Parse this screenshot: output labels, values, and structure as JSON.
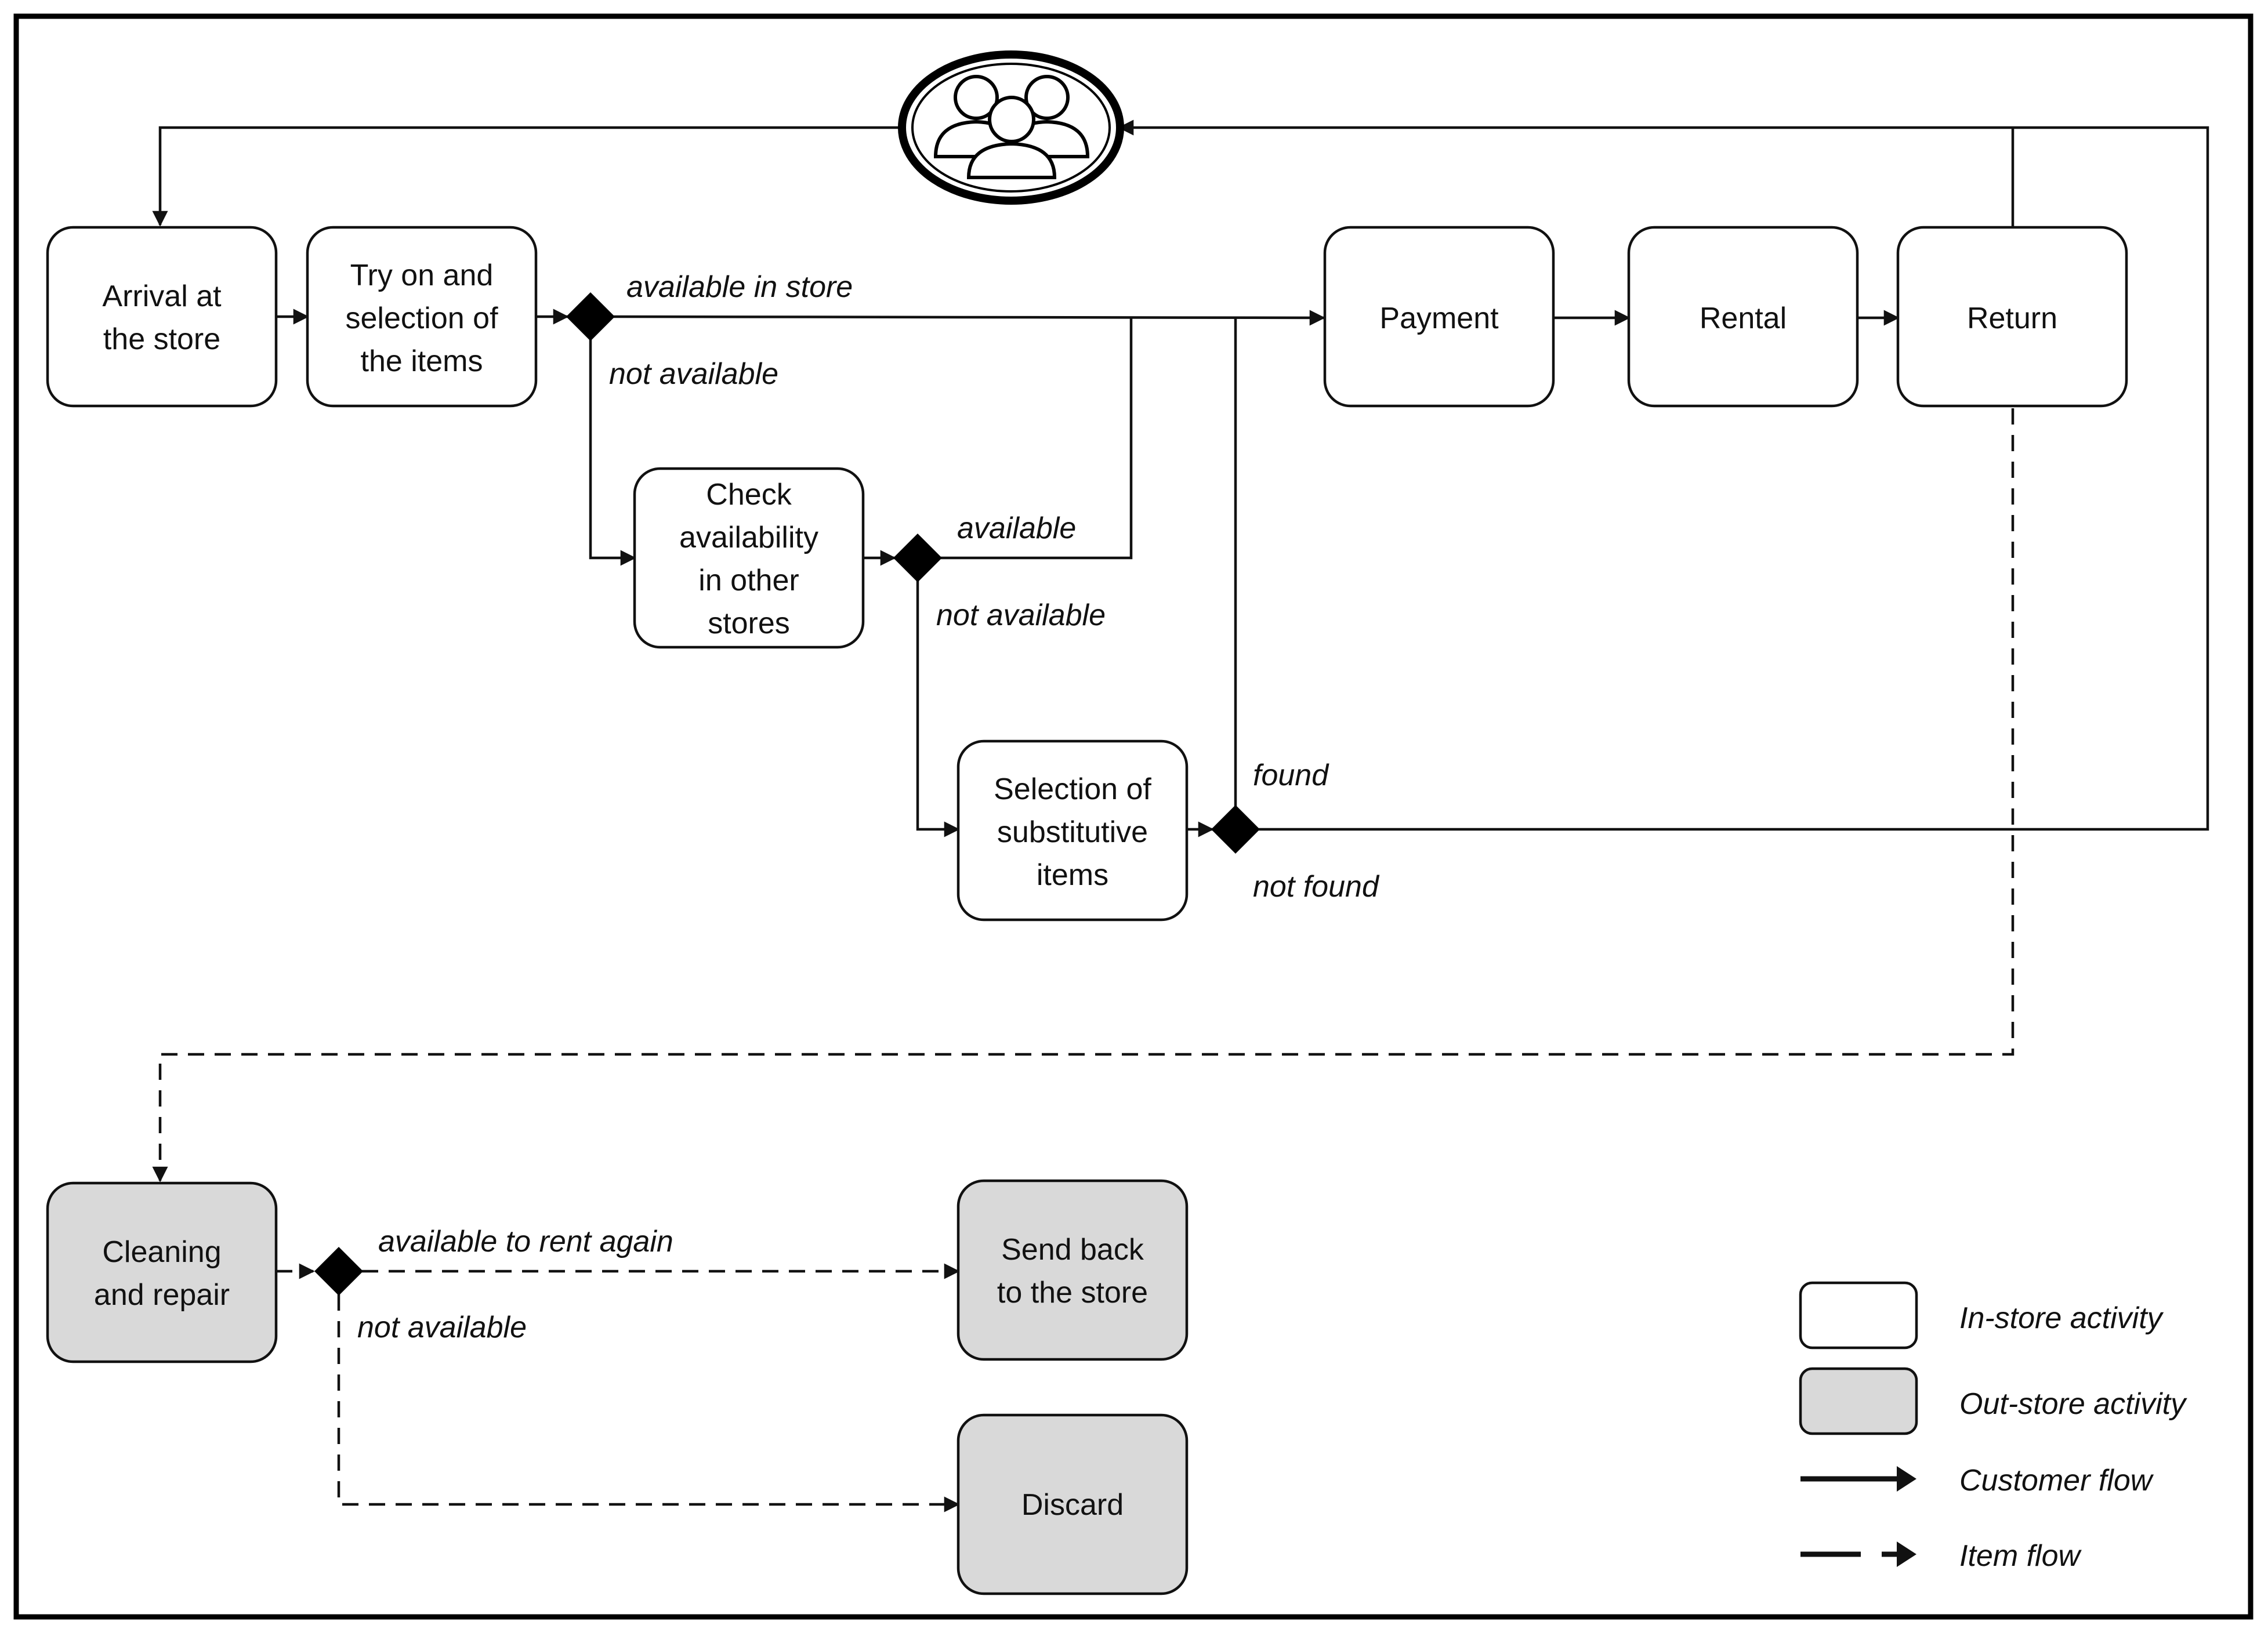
{
  "nodes": {
    "arrival": [
      "Arrival at",
      "the store"
    ],
    "try_on": [
      "Try on and",
      "selection of",
      "the items"
    ],
    "payment": [
      "Payment"
    ],
    "rental": [
      "Rental"
    ],
    "return": [
      "Return"
    ],
    "check_availability": [
      "Check",
      "availability",
      "in other",
      "stores"
    ],
    "substitutive": [
      "Selection of",
      "substitutive",
      "items"
    ],
    "cleaning": [
      "Cleaning",
      "and repair"
    ],
    "send_back": [
      "Send back",
      "to the store"
    ],
    "discard": [
      "Discard"
    ]
  },
  "edge_labels": {
    "available_in_store": "available in store",
    "not_available_1": "not available",
    "available": "available",
    "not_available_2": "not available",
    "found": "found",
    "not_found": "not found",
    "available_to_rent_again": "available to rent again",
    "not_available_3": "not available"
  },
  "legend": {
    "in_store": "In-store activity",
    "out_store": "Out-store activity",
    "customer_flow": "Customer flow",
    "item_flow": "Item flow"
  },
  "icons": {
    "customers": "customers-group-icon"
  },
  "colors": {
    "in_store_fill": "#ffffff",
    "out_store_fill": "#d9d9d9",
    "stroke": "#111111"
  }
}
